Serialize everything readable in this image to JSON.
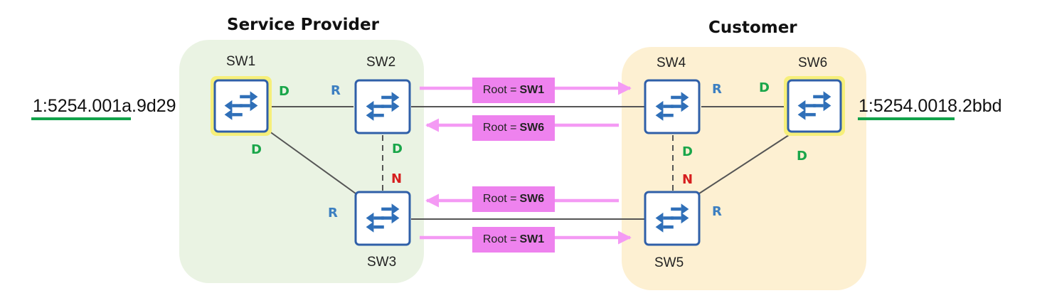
{
  "regions": {
    "provider": {
      "title": "Service Provider"
    },
    "customer": {
      "title": "Customer"
    }
  },
  "switches": {
    "sw1": "SW1",
    "sw2": "SW2",
    "sw3": "SW3",
    "sw4": "SW4",
    "sw5": "SW5",
    "sw6": "SW6"
  },
  "ports": {
    "sw1_right": "D",
    "sw1_bottom": "D",
    "sw2_left": "R",
    "sw2_bottom": "D",
    "sw3_top": "N",
    "sw3_left": "R",
    "sw4_right": "R",
    "sw4_bottom": "D",
    "sw5_top": "N",
    "sw5_right": "R",
    "sw6_left": "D",
    "sw6_bottom": "D"
  },
  "bpdus": {
    "top_right": {
      "prefix": "Root =",
      "value": "SW1"
    },
    "top_left": {
      "prefix": "Root =",
      "value": "SW6"
    },
    "bottom_left": {
      "prefix": "Root =",
      "value": "SW6"
    },
    "bottom_right": {
      "prefix": "Root =",
      "value": "SW1"
    }
  },
  "macs": {
    "left": "1:5254.001a.9d29",
    "right": "1:5254.0018.2bbd"
  },
  "colors": {
    "provider_bg": "#eaf3e3",
    "customer_bg": "#fdf0d2",
    "switch_fill": "#ffffff",
    "switch_border": "#2f5fa8",
    "switch_icon": "#2f6fb8",
    "root_highlight": "#f6ef7a",
    "bpdu_fill": "#ee82ee",
    "arrow": "#f49af4",
    "underline": "#12a24a"
  },
  "icons": {
    "switch": "switch-arrows-icon"
  }
}
